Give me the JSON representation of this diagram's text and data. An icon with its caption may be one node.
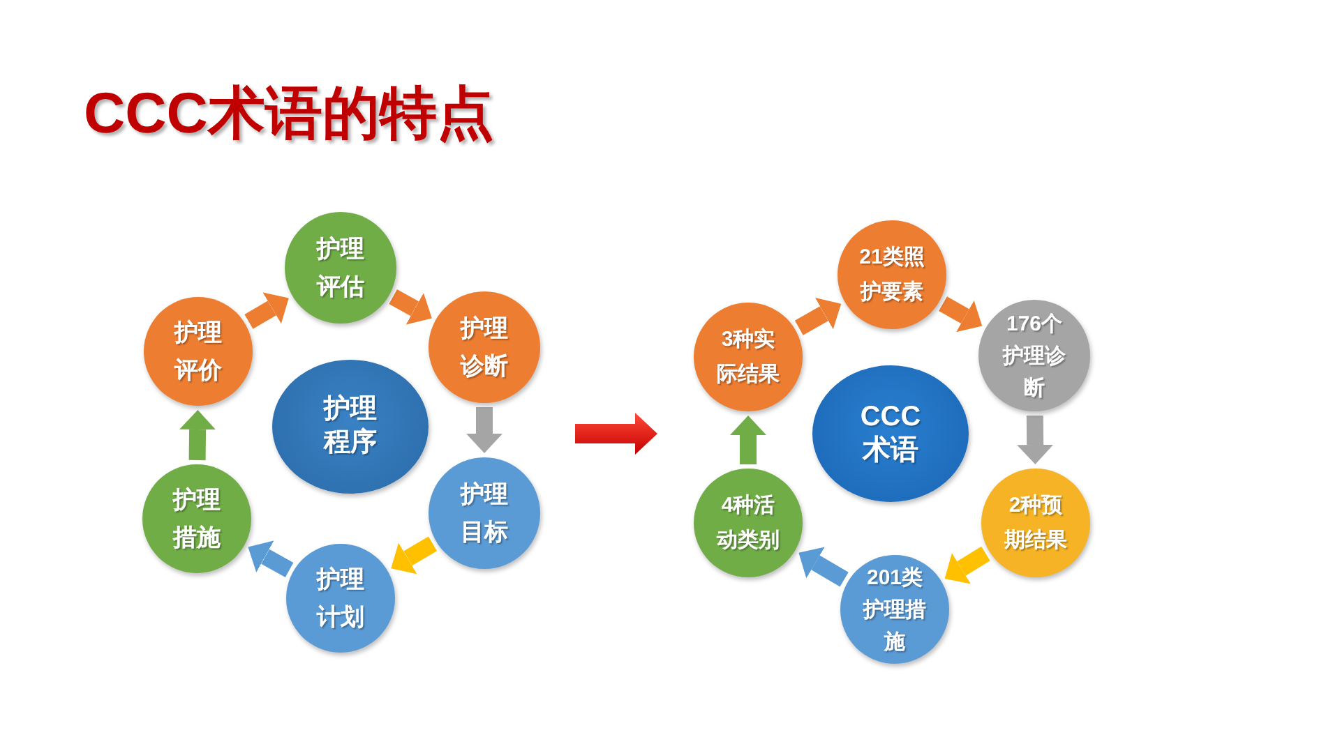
{
  "diagram": {
    "title": "CCC术语的特点",
    "nodes": [
      {
        "text": [
          "护理程序"
        ]
      },
      {
        "text": [
          "护理评估"
        ]
      },
      {
        "text": [
          "护理诊断"
        ]
      },
      {
        "text": [
          "护理目标"
        ]
      },
      {
        "text": [
          "护理计划"
        ]
      },
      {
        "text": [
          "护理措施"
        ]
      },
      {
        "text": [
          "护理评价"
        ]
      },
      {
        "text": [
          "CCC术语"
        ]
      },
      {
        "text": [
          "21类照护要素"
        ]
      },
      {
        "text": [
          "176个护理诊断"
        ]
      },
      {
        "text": [
          "2种预期结果"
        ]
      },
      {
        "text": [
          "201类护理措施"
        ]
      },
      {
        "text": [
          "4种活动类别"
        ]
      },
      {
        "text": [
          "3种实际结果"
        ]
      }
    ],
    "edges": [
      {
        "from": 6,
        "to": 1,
        "arrow": "to"
      },
      {
        "from": 1,
        "to": 2,
        "arrow": "to"
      },
      {
        "from": 2,
        "to": 3,
        "arrow": "to",
        "color": "#a5a5a5"
      },
      {
        "from": 3,
        "to": 4,
        "arrow": "to",
        "color": "#ffc000"
      },
      {
        "from": 4,
        "to": 5,
        "arrow": "to",
        "color": "#5b9bd5"
      },
      {
        "from": 5,
        "to": 6,
        "arrow": "to",
        "color": "#70ad47"
      },
      {
        "from": 13,
        "to": 8,
        "arrow": "to"
      },
      {
        "from": 8,
        "to": 9,
        "arrow": "to"
      },
      {
        "from": 9,
        "to": 10,
        "arrow": "to",
        "color": "#a5a5a5"
      },
      {
        "from": 10,
        "to": 11,
        "arrow": "to",
        "color": "#ffc000"
      },
      {
        "from": 11,
        "to": 12,
        "arrow": "to",
        "color": "#5b9bd5"
      },
      {
        "from": 12,
        "to": 13,
        "arrow": "to",
        "color": "#70ad47"
      }
    ]
  }
}
